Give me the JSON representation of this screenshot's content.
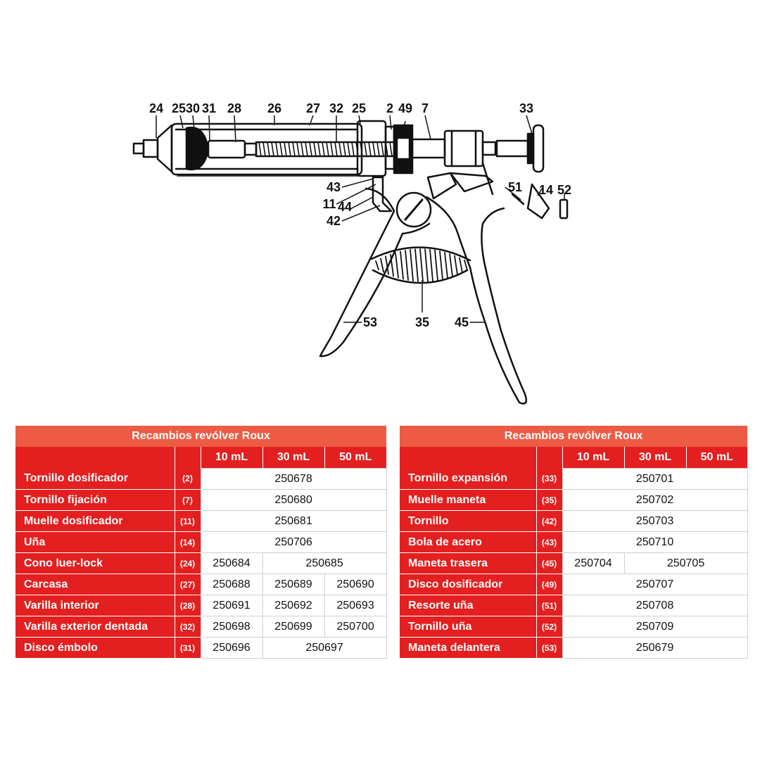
{
  "colors": {
    "header": "#ee5b45",
    "row": "#e41f1f",
    "line": "#111111"
  },
  "diagram": {
    "labels": [
      "24",
      "25",
      "30",
      "31",
      "28",
      "26",
      "27",
      "32",
      "25",
      "2",
      "49",
      "7",
      "33",
      "43",
      "11",
      "44",
      "42",
      "51",
      "14",
      "52",
      "53",
      "35",
      "45"
    ]
  },
  "tables": [
    {
      "title": "Recambios revólver Roux",
      "columns": [
        "10 mL",
        "30 mL",
        "50 mL"
      ],
      "rows": [
        {
          "name": "Tornillo dosificador",
          "ref": "(2)",
          "codes": [
            "250678"
          ]
        },
        {
          "name": "Tornillo fijación",
          "ref": "(7)",
          "codes": [
            "250680"
          ]
        },
        {
          "name": "Muelle dosificador",
          "ref": "(11)",
          "codes": [
            "250681"
          ]
        },
        {
          "name": "Uña",
          "ref": "(14)",
          "codes": [
            "250706"
          ]
        },
        {
          "name": "Cono luer-lock",
          "ref": "(24)",
          "codes": [
            "250684",
            "250685"
          ]
        },
        {
          "name": "Carcasa",
          "ref": "(27)",
          "codes": [
            "250688",
            "250689",
            "250690"
          ]
        },
        {
          "name": "Varilla interior",
          "ref": "(28)",
          "codes": [
            "250691",
            "250692",
            "250693"
          ]
        },
        {
          "name": "Varilla exterior dentada",
          "ref": "(32)",
          "codes": [
            "250698",
            "250699",
            "250700"
          ]
        },
        {
          "name": "Disco émbolo",
          "ref": "(31)",
          "codes": [
            "250696",
            "250697"
          ]
        }
      ]
    },
    {
      "title": "Recambios revólver Roux",
      "columns": [
        "10 mL",
        "30 mL",
        "50 mL"
      ],
      "rows": [
        {
          "name": "Tornillo expansión",
          "ref": "(33)",
          "codes": [
            "250701"
          ]
        },
        {
          "name": "Muelle maneta",
          "ref": "(35)",
          "codes": [
            "250702"
          ]
        },
        {
          "name": "Tornillo",
          "ref": "(42)",
          "codes": [
            "250703"
          ]
        },
        {
          "name": "Bola de acero",
          "ref": "(43)",
          "codes": [
            "250710"
          ]
        },
        {
          "name": "Maneta trasera",
          "ref": "(45)",
          "codes": [
            "250704",
            "250705"
          ]
        },
        {
          "name": "Disco dosificador",
          "ref": "(49)",
          "codes": [
            "250707"
          ]
        },
        {
          "name": "Resorte uña",
          "ref": "(51)",
          "codes": [
            "250708"
          ]
        },
        {
          "name": "Tornillo uña",
          "ref": "(52)",
          "codes": [
            "250709"
          ]
        },
        {
          "name": "Maneta delantera",
          "ref": "(53)",
          "codes": [
            "250679"
          ]
        }
      ]
    }
  ]
}
